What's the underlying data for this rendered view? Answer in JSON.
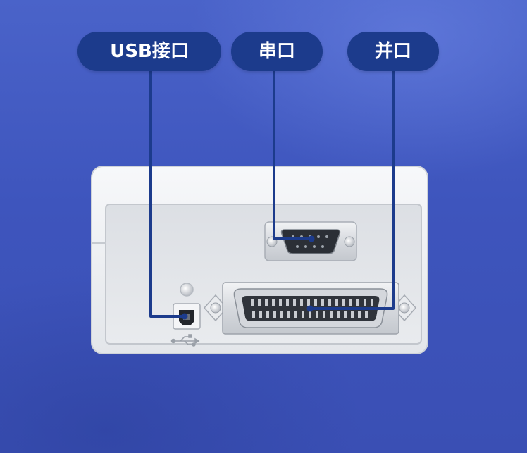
{
  "labels": {
    "usb": "USB接口",
    "serial": "串口",
    "parallel": "并口"
  },
  "colors": {
    "background": "#4058bf",
    "pill": "#1c3b8c",
    "leader_line": "#1c3b8c",
    "housing": "#eceef1"
  },
  "icons": {
    "usb_symbol": "usb-symbol-icon"
  }
}
